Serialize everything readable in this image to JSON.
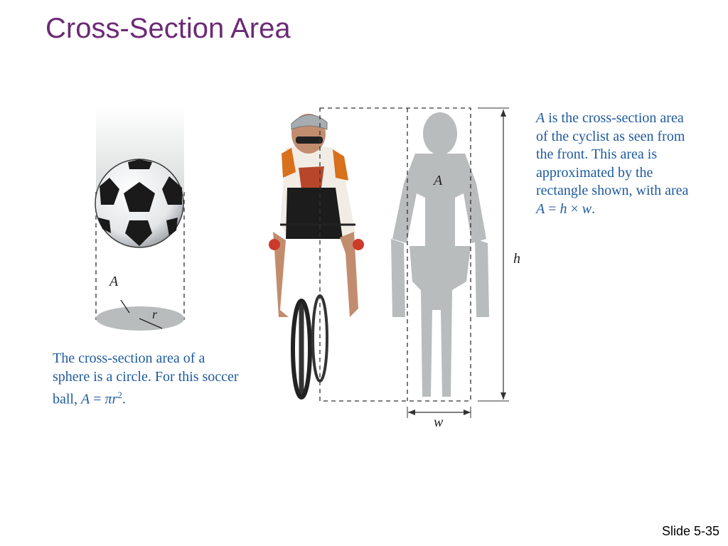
{
  "slide": {
    "title": "Cross-Section Area",
    "number": "Slide 5-35"
  },
  "ball": {
    "caption_text": "The cross-section area of a sphere is a circle. For this soccer ball,",
    "formula_lhs": "A",
    "formula_eq": " = ",
    "formula_pi": "π",
    "formula_r": "r",
    "formula_exp": "2",
    "formula_end": ".",
    "label_area": "A",
    "label_radius": "r"
  },
  "cyclist": {
    "caption_var": "A",
    "caption_text": " is the cross-section area of the cyclist as seen from the front. This area is approximated by the rectangle shown, with area ",
    "formula_a": "A",
    "formula_eq": " = ",
    "formula_h": "h",
    "formula_times": " × ",
    "formula_w": "w",
    "formula_end": ".",
    "label_area": "A",
    "label_height": "h",
    "label_width": "w"
  },
  "colors": {
    "title": "#6b2a75",
    "caption": "#1e5a9e",
    "silhouette": "#b8bcbc"
  }
}
